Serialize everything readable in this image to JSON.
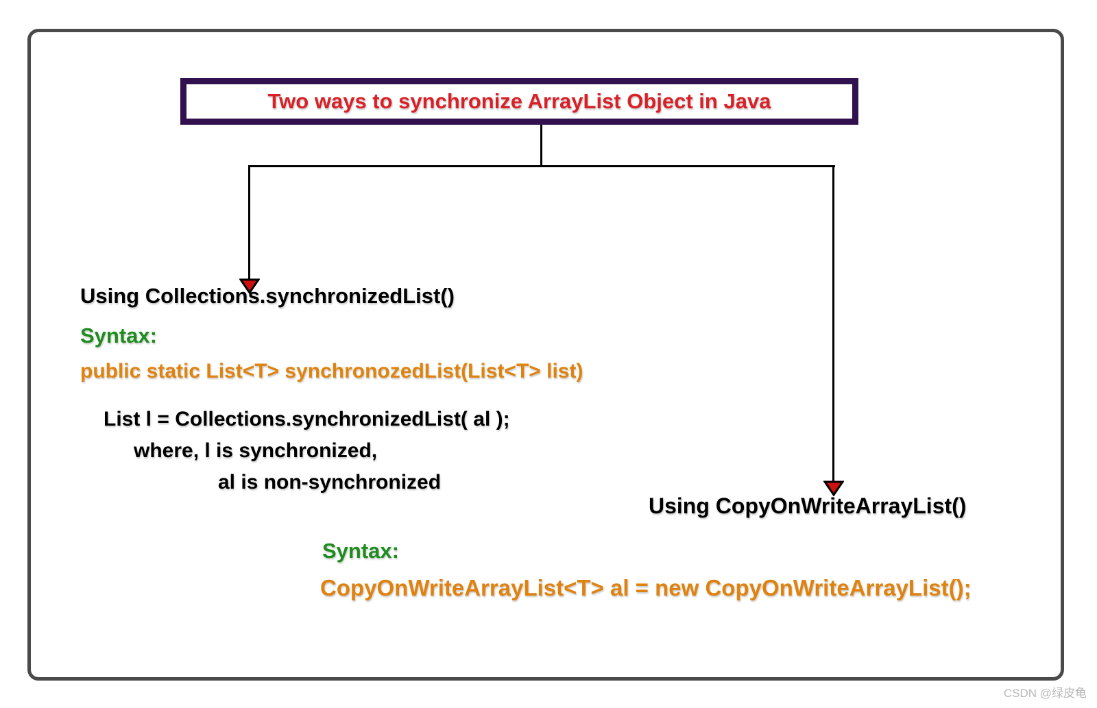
{
  "page": {
    "watermark": "CSDN @绿皮龟"
  },
  "title_box": {
    "label": "Two ways to synchronize ArrayList Object in Java"
  },
  "left_branch": {
    "heading": "Using Collections.synchronizedList()",
    "syntax_label": "Syntax:",
    "syntax_code": "public static List<T> synchronozedList(List<T> list)",
    "example_line1": "List l = Collections.synchronizedList( al );",
    "example_line2": "where, l is synchronized,",
    "example_line3": "al is non-synchronized"
  },
  "right_branch": {
    "heading": "Using CopyOnWriteArrayList()",
    "syntax_label": "Syntax:",
    "syntax_code": "CopyOnWriteArrayList<T> al = new CopyOnWriteArrayList();"
  },
  "colors": {
    "title_text": "#d92027",
    "title_border": "#31114e",
    "syntax_green": "#1e8c1e",
    "code_orange": "#e0820f",
    "line_black": "#000000",
    "arrow_red": "#cc0f0f",
    "frame_gray": "#4a4a4a",
    "watermark_gray": "#b8b8b8"
  }
}
